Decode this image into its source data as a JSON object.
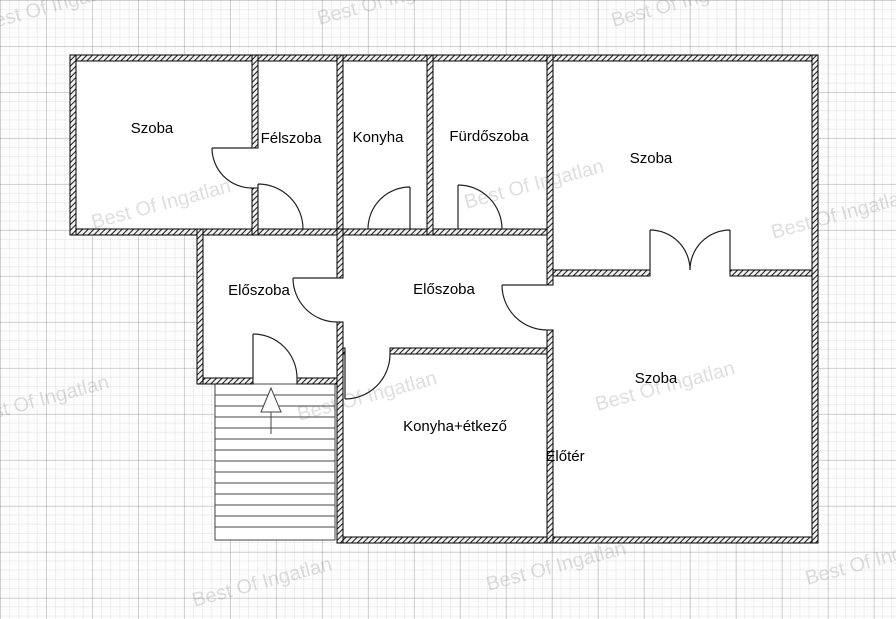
{
  "watermark": {
    "text": "Best Of Ingatlan"
  },
  "plan": {
    "rooms": [
      {
        "label": "Szoba"
      },
      {
        "label": "Félszoba"
      },
      {
        "label": "Konyha"
      },
      {
        "label": "Fürdőszoba"
      },
      {
        "label": "Szoba"
      },
      {
        "label": "Előszoba"
      },
      {
        "label": "Előszoba"
      },
      {
        "label": "Szoba"
      },
      {
        "label": "Konyha+étkező"
      },
      {
        "label": "Előtér"
      }
    ]
  }
}
